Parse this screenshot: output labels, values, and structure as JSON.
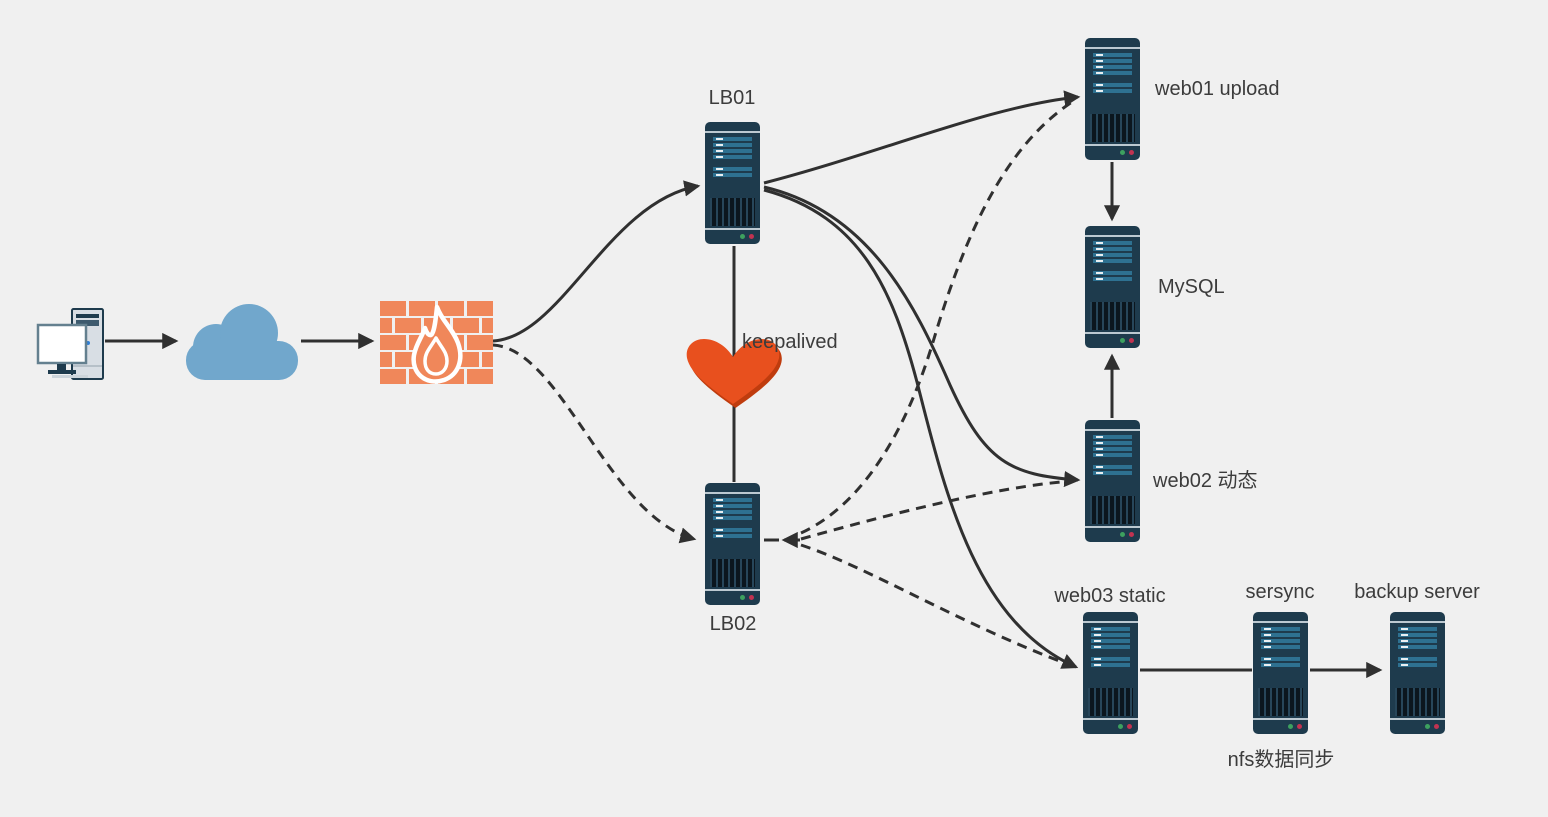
{
  "diagram": {
    "background_color": "#f0f0f0",
    "line_color": "#303030",
    "text_color": "#3c3c3c",
    "colors": {
      "server_body": "#1e3b4d",
      "server_bar": "#2e7191",
      "cloud": "#71a7cc",
      "firewall_brick": "#f0875a",
      "heart": "#e8501e",
      "status_green": "#3da15f",
      "status_red": "#c23351"
    },
    "nodes": [
      {
        "id": "client",
        "type": "computer-icon"
      },
      {
        "id": "internet",
        "type": "cloud-icon"
      },
      {
        "id": "firewall",
        "type": "firewall-icon"
      },
      {
        "id": "lb01",
        "type": "server",
        "label": "LB01",
        "label_position": "top"
      },
      {
        "id": "lb02",
        "type": "server",
        "label": "LB02",
        "label_position": "bottom"
      },
      {
        "id": "web01",
        "type": "server",
        "label": "web01 upload",
        "label_position": "right"
      },
      {
        "id": "mysql",
        "type": "server",
        "label": "MySQL",
        "label_position": "right"
      },
      {
        "id": "web02",
        "type": "server",
        "label": "web02 动态",
        "label_position": "right"
      },
      {
        "id": "web03",
        "type": "server",
        "label": "web03 static",
        "label_position": "top"
      },
      {
        "id": "sersync",
        "type": "server",
        "label": "sersync",
        "label_position": "top"
      },
      {
        "id": "backup",
        "type": "server",
        "label": "backup server",
        "label_position": "top"
      }
    ],
    "annotations": [
      {
        "id": "keepalived",
        "text": "keepalived"
      },
      {
        "id": "nfs-sync",
        "text": "nfs数据同步"
      }
    ],
    "edges": [
      {
        "from": "client",
        "to": "internet",
        "style": "solid-arrow"
      },
      {
        "from": "internet",
        "to": "firewall",
        "style": "solid-arrow"
      },
      {
        "from": "firewall",
        "to": "lb01",
        "style": "solid-arrow"
      },
      {
        "from": "firewall",
        "to": "lb02",
        "style": "dashed-arrow"
      },
      {
        "from": "lb01",
        "to": "lb02",
        "style": "solid-line",
        "via": "keepalived"
      },
      {
        "from": "lb01",
        "to": "web01",
        "style": "solid-arrow"
      },
      {
        "from": "lb01",
        "to": "web02",
        "style": "solid-arrow"
      },
      {
        "from": "lb01",
        "to": "web03",
        "style": "solid-arrow"
      },
      {
        "from": "lb02",
        "to": "web01",
        "style": "dashed-arrow"
      },
      {
        "from": "lb02",
        "to": "web02",
        "style": "dashed-arrow"
      },
      {
        "from": "lb02",
        "to": "web03",
        "style": "dashed-arrow"
      },
      {
        "from": "web01",
        "to": "mysql",
        "style": "solid-arrow"
      },
      {
        "from": "web02",
        "to": "mysql",
        "style": "solid-arrow"
      },
      {
        "from": "web03",
        "to": "sersync",
        "style": "solid-line"
      },
      {
        "from": "sersync",
        "to": "backup",
        "style": "solid-arrow"
      }
    ]
  }
}
